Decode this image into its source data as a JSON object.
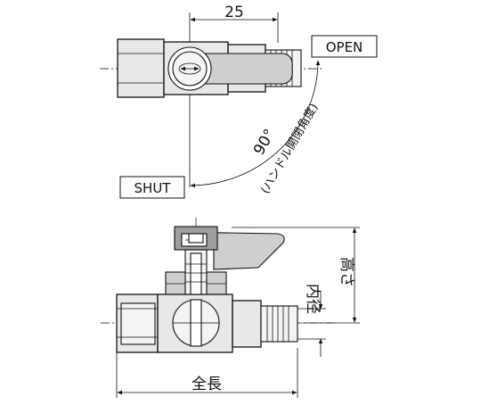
{
  "top_view": {
    "dim_width": "25",
    "open_label": "OPEN",
    "shut_label": "SHUT",
    "angle": "90°",
    "angle_note": "(ハンドル開閉角度)"
  },
  "side_view": {
    "inner_diameter": "内径",
    "height": "高さ",
    "total_length": "全長"
  }
}
